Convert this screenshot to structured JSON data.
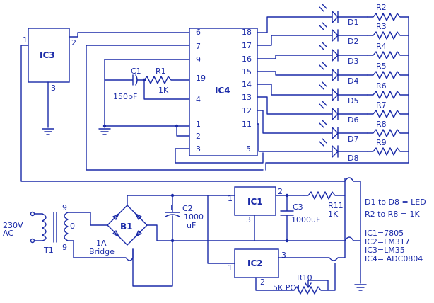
{
  "components": {
    "ic3": {
      "label": "IC3",
      "pin1": "1",
      "pin2": "2",
      "pin3": "3"
    },
    "ic4": {
      "label": "IC4",
      "pins": {
        "p6": "6",
        "p7": "7",
        "p9": "9",
        "p19": "19",
        "p4": "4",
        "p1": "1",
        "p2": "2",
        "p3": "3",
        "p18": "18",
        "p17": "17",
        "p16": "16",
        "p15": "15",
        "p14": "14",
        "p13": "13",
        "p12": "12",
        "p11": "11",
        "p5": "5"
      }
    },
    "c1": {
      "label": "C1",
      "value": "150pF"
    },
    "r1": {
      "label": "R1",
      "value": "1K"
    },
    "leds": [
      "D1",
      "D2",
      "D3",
      "D4",
      "D5",
      "D6",
      "D7",
      "D8"
    ],
    "resistors": [
      "R2",
      "R3",
      "R4",
      "R5",
      "R6",
      "R7",
      "R8",
      "R9"
    ],
    "ic1": {
      "label": "IC1",
      "pin1": "1",
      "pin2": "2",
      "pin3": "3"
    },
    "ic2": {
      "label": "IC2",
      "pin1": "1",
      "pin2": "2",
      "pin3": "3"
    },
    "c2": {
      "label": "C2",
      "value1": "1000",
      "value2": "uF"
    },
    "c3": {
      "label": "C3",
      "value": "1000uF"
    },
    "r11": {
      "label": "R11",
      "value": "1K"
    },
    "r10": {
      "label": "R10",
      "value": "5K POT"
    },
    "b1": {
      "label": "B1",
      "rating": "1A",
      "type": "Bridge"
    },
    "t1": {
      "label": "T1",
      "voltage": "230V",
      "supply": "AC",
      "tap9a": "9",
      "tap0": "0",
      "tap9b": "9"
    }
  },
  "notes": {
    "leds": "D1 to D8 = LED",
    "resistors": "R2 to R8 =   1K",
    "ic1": "IC1=7805",
    "ic2": "IC2=LM317",
    "ic3": "IC3=LM35",
    "ic4": "IC4=  ADC0804"
  },
  "colors": {
    "ink": "#1a2aa8",
    "background": "#ffffff"
  }
}
